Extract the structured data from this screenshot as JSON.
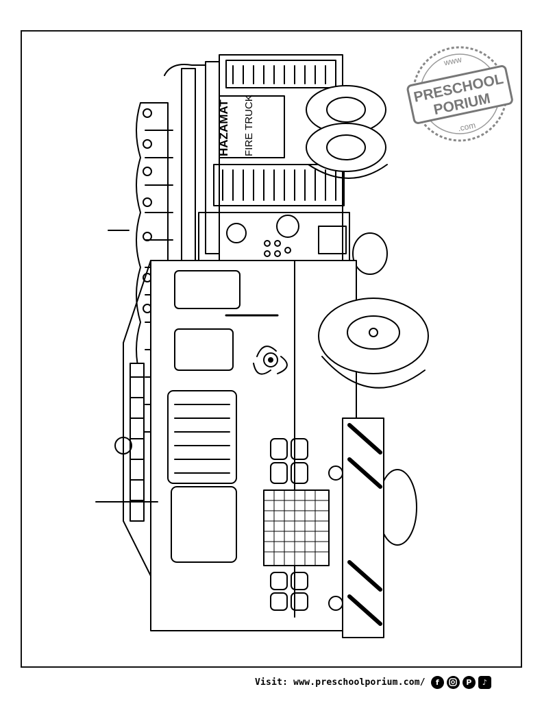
{
  "truck": {
    "side_text_1": "HAZAMAT",
    "side_text_2": "FIRE TRUCK",
    "hazard_symbol": "biohazard-icon"
  },
  "stamp": {
    "top": "www",
    "line1": "PRESCHOOL",
    "line2": "PORIUM",
    "bottom": ".com"
  },
  "footer": {
    "visit_text": "Visit: www.preschoolporium.com/",
    "icons": [
      "facebook-icon",
      "instagram-icon",
      "pinterest-icon",
      "tiktok-icon"
    ]
  }
}
